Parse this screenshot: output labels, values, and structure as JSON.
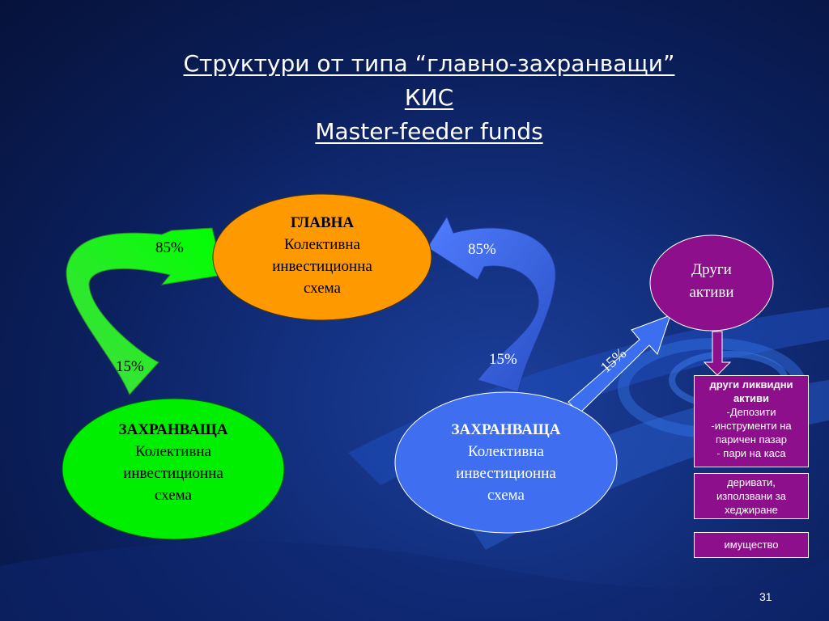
{
  "title": {
    "line1": "Структури от типа “главно-захранващи”",
    "line2": "КИС",
    "line3": "Master-feeder funds"
  },
  "nodes": {
    "master": {
      "heading": "ГЛАВНА",
      "line1": "Колективна",
      "line2": "инвестиционна",
      "line3": "схема",
      "color": "#ff9900"
    },
    "feeder_left": {
      "heading": "ЗАХРАНВАЩА",
      "line1": "Колективна",
      "line2": "инвестиционна",
      "line3": "схема",
      "color": "#00ee00"
    },
    "feeder_right": {
      "heading": "ЗАХРАНВАЩА",
      "line1": "Колективна",
      "line2": "инвестиционна",
      "line3": "схема",
      "color": "#3366ee"
    },
    "other_assets": {
      "line1": "Други",
      "line2": "активи",
      "color": "#8e0f8c"
    }
  },
  "flows": {
    "left_top": "85%",
    "left_bottom": "15%",
    "right_top": "85%",
    "right_bottom": "15%",
    "to_other": "15%"
  },
  "asset_boxes": {
    "liquid": {
      "heading_line1": "други ликвидни",
      "heading_line2": "активи",
      "item1": "-Депозити",
      "item2": "-инструменти на",
      "item3": "паричен пазар",
      "item4": "- пари на каса"
    },
    "derivatives": {
      "line1": "деривати,",
      "line2": "използвани за",
      "line3": "хеджиране"
    },
    "property": {
      "line1": "имущество"
    }
  },
  "page_number": "31"
}
